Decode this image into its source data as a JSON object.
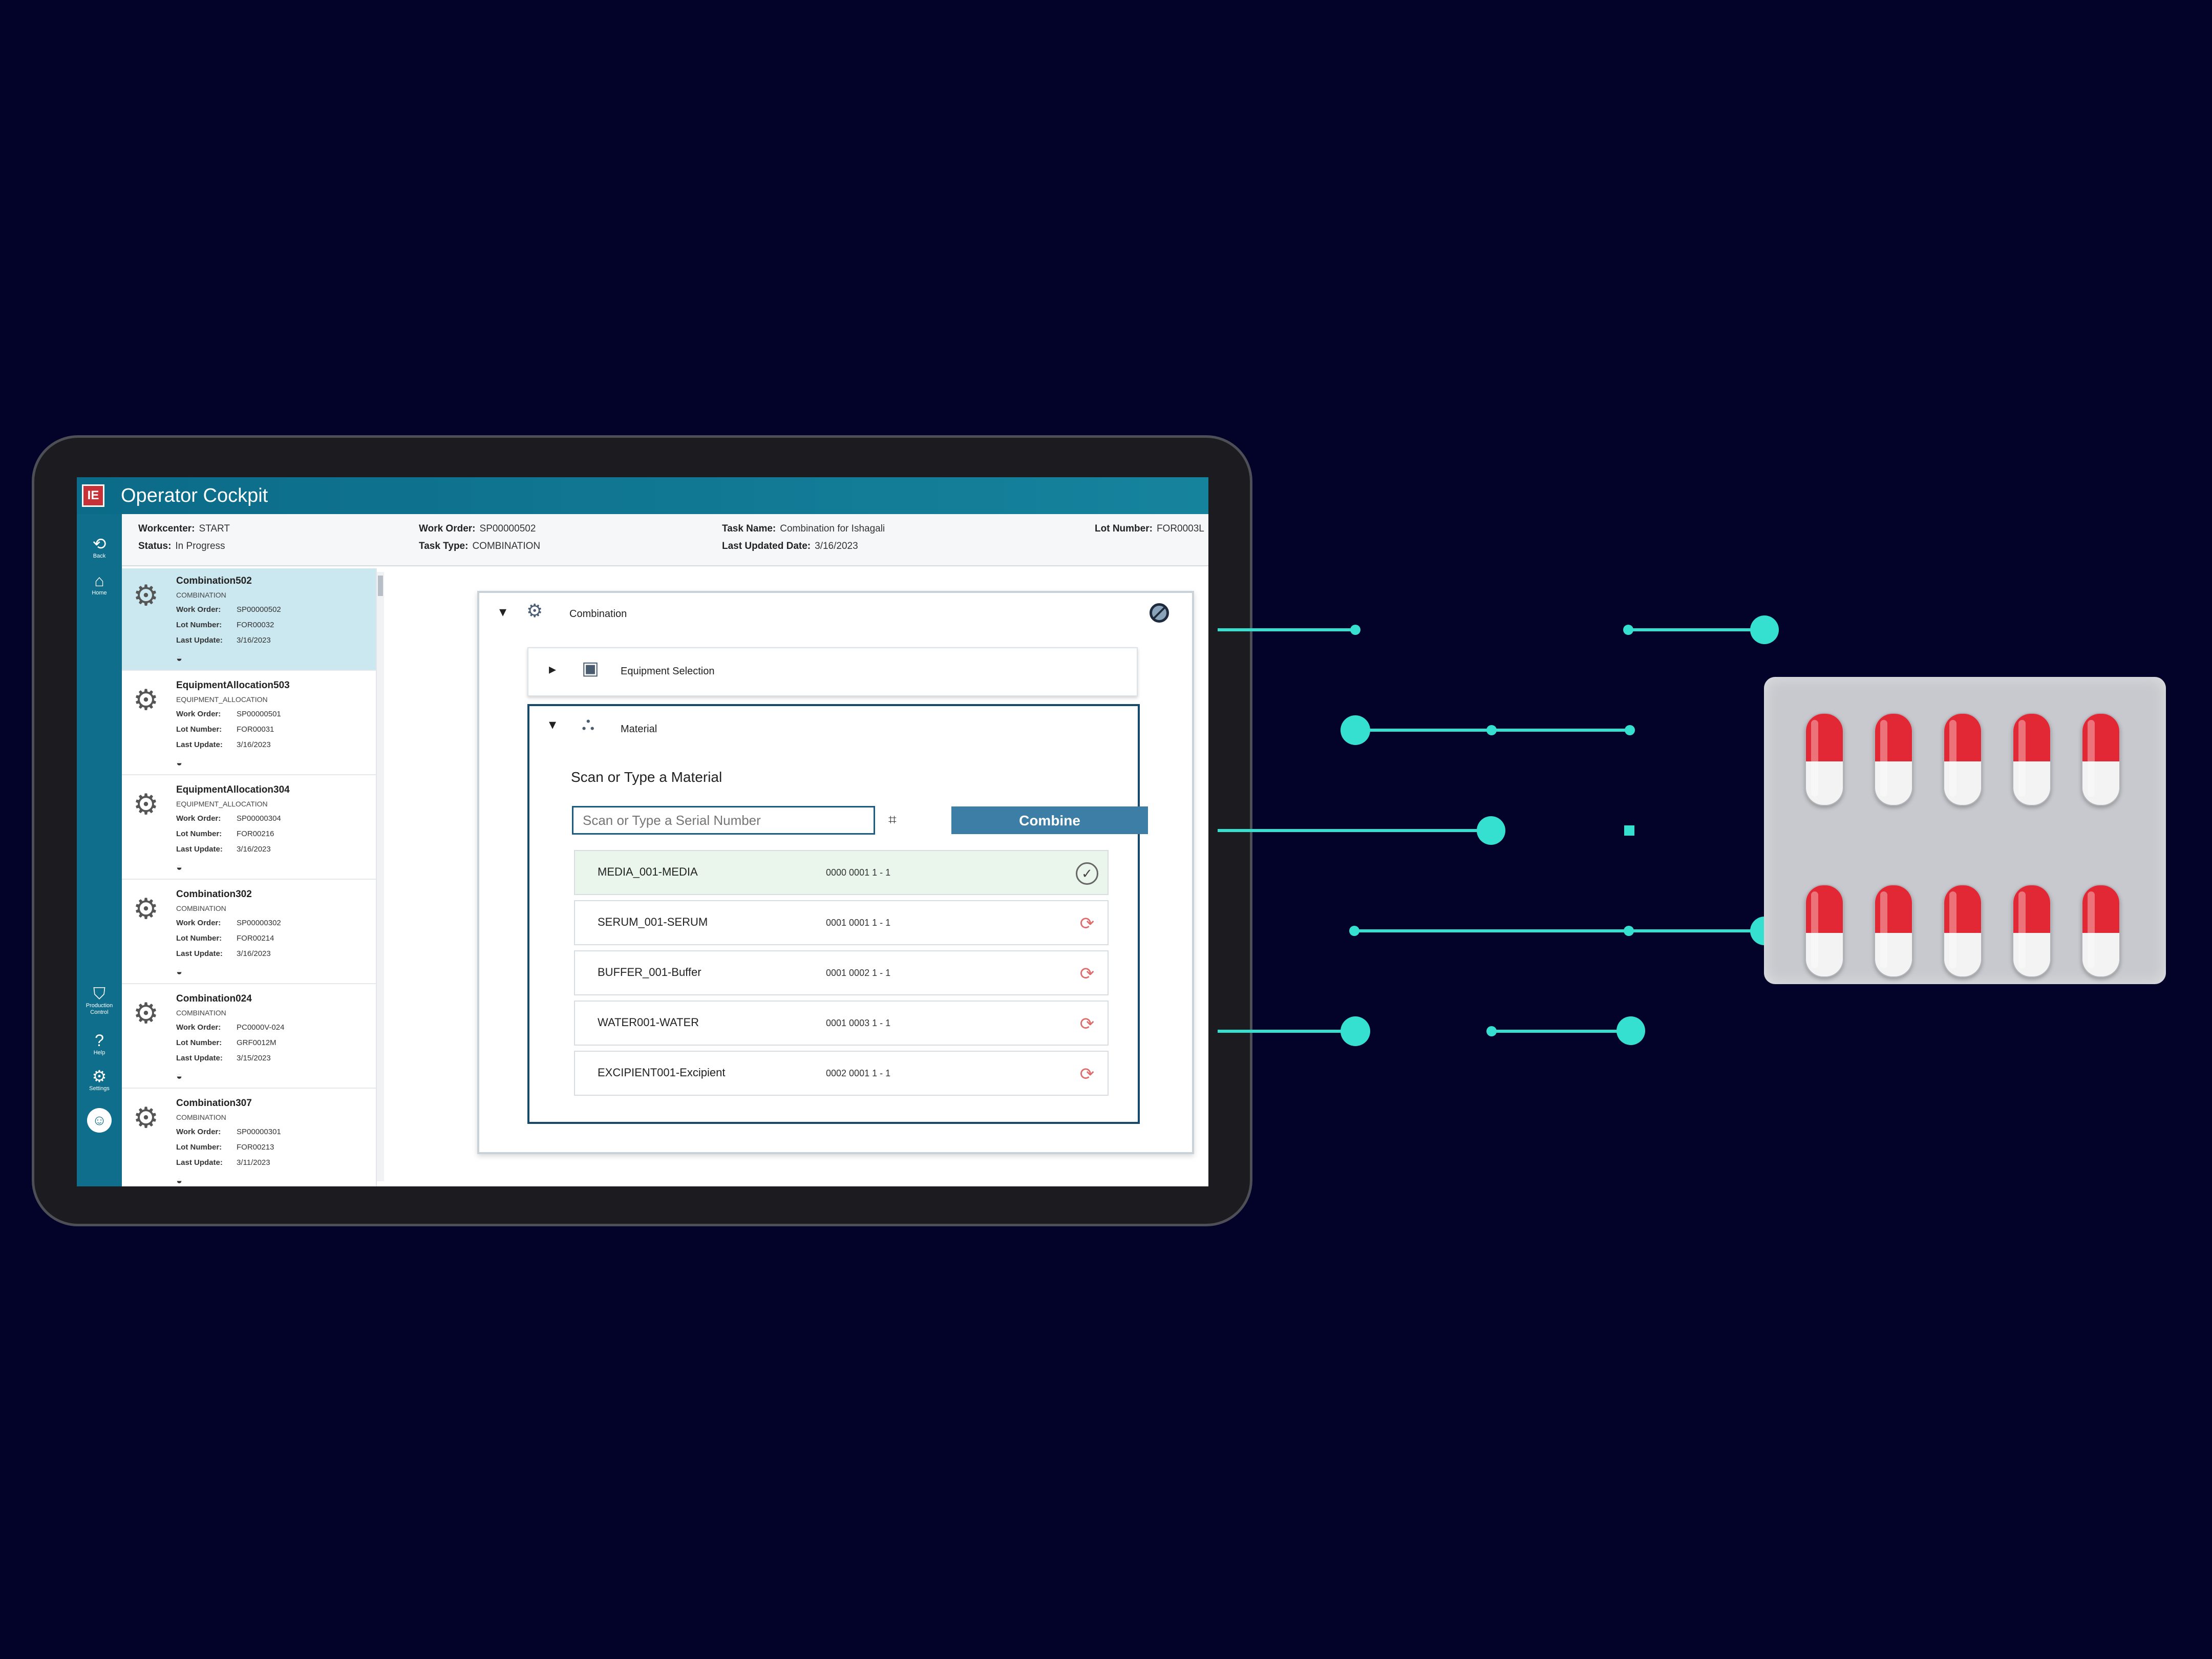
{
  "app": {
    "logo": "IE",
    "title": "Operator Cockpit"
  },
  "nav": {
    "top": [
      {
        "icon": "back-icon",
        "glyph": "⟲",
        "label": "Back"
      },
      {
        "icon": "home-icon",
        "glyph": "⌂",
        "label": "Home"
      }
    ],
    "bottom": [
      {
        "icon": "production-icon",
        "glyph": "⛉",
        "label": "Production Control"
      },
      {
        "icon": "help-icon",
        "glyph": "?",
        "label": "Help"
      },
      {
        "icon": "settings-icon",
        "glyph": "⚙",
        "label": "Settings"
      }
    ],
    "user_glyph": "☺"
  },
  "header": {
    "workcenter_label": "Workcenter:",
    "workcenter": "START",
    "status_label": "Status:",
    "status": "In Progress",
    "work_order_label": "Work Order:",
    "work_order": "SP00000502",
    "task_type_label": "Task Type:",
    "task_type": "COMBINATION",
    "task_name_label": "Task Name:",
    "task_name": "Combination for Ishagali",
    "last_updated_label": "Last Updated Date:",
    "last_updated": "3/16/2023",
    "lot_number_label": "Lot Number:",
    "lot_number": "FOR0003L"
  },
  "tasks": {
    "labels": {
      "work_order": "Work Order:",
      "lot_number": "Lot Number:",
      "last_update": "Last Update:"
    },
    "items": [
      {
        "name": "Combination502",
        "type": "COMBINATION",
        "work_order": "SP00000502",
        "lot_number": "FOR00032",
        "last_update": "3/16/2023",
        "selected": true
      },
      {
        "name": "EquipmentAllocation503",
        "type": "EQUIPMENT_ALLOCATION",
        "work_order": "SP00000501",
        "lot_number": "FOR00031",
        "last_update": "3/16/2023",
        "selected": false
      },
      {
        "name": "EquipmentAllocation304",
        "type": "EQUIPMENT_ALLOCATION",
        "work_order": "SP00000304",
        "lot_number": "FOR00216",
        "last_update": "3/16/2023",
        "selected": false
      },
      {
        "name": "Combination302",
        "type": "COMBINATION",
        "work_order": "SP00000302",
        "lot_number": "FOR00214",
        "last_update": "3/16/2023",
        "selected": false
      },
      {
        "name": "Combination024",
        "type": "COMBINATION",
        "work_order": "PC0000V-024",
        "lot_number": "GRF0012M",
        "last_update": "3/15/2023",
        "selected": false
      },
      {
        "name": "Combination307",
        "type": "COMBINATION",
        "work_order": "SP00000301",
        "lot_number": "FOR00213",
        "last_update": "3/11/2023",
        "selected": false
      }
    ]
  },
  "main": {
    "combination_title": "Combination",
    "equipment_title": "Equipment Selection",
    "material_title": "Material",
    "scan_label": "Scan or Type a Material",
    "scan_placeholder": "Scan or Type a Serial Number",
    "combine_label": "Combine",
    "materials": [
      {
        "name": "MEDIA_001-MEDIA",
        "qty": "0000 0001 1 - 1",
        "status": "done"
      },
      {
        "name": "SERUM_001-SERUM",
        "qty": "0001 0001 1 - 1",
        "status": "pending"
      },
      {
        "name": "BUFFER_001-Buffer",
        "qty": "0001 0002 1 - 1",
        "status": "pending"
      },
      {
        "name": "WATER001-WATER",
        "qty": "0001 0003 1 - 1",
        "status": "pending"
      },
      {
        "name": "EXCIPIENT001-Excipient",
        "qty": "0002 0001 1 - 1",
        "status": "pending"
      }
    ]
  },
  "colors": {
    "background": "#03032a",
    "accent_teal": "#35e0d0",
    "titlebar": "#0b6b88",
    "combine_button": "#3d7ea6",
    "capsule_red": "#e32835"
  }
}
